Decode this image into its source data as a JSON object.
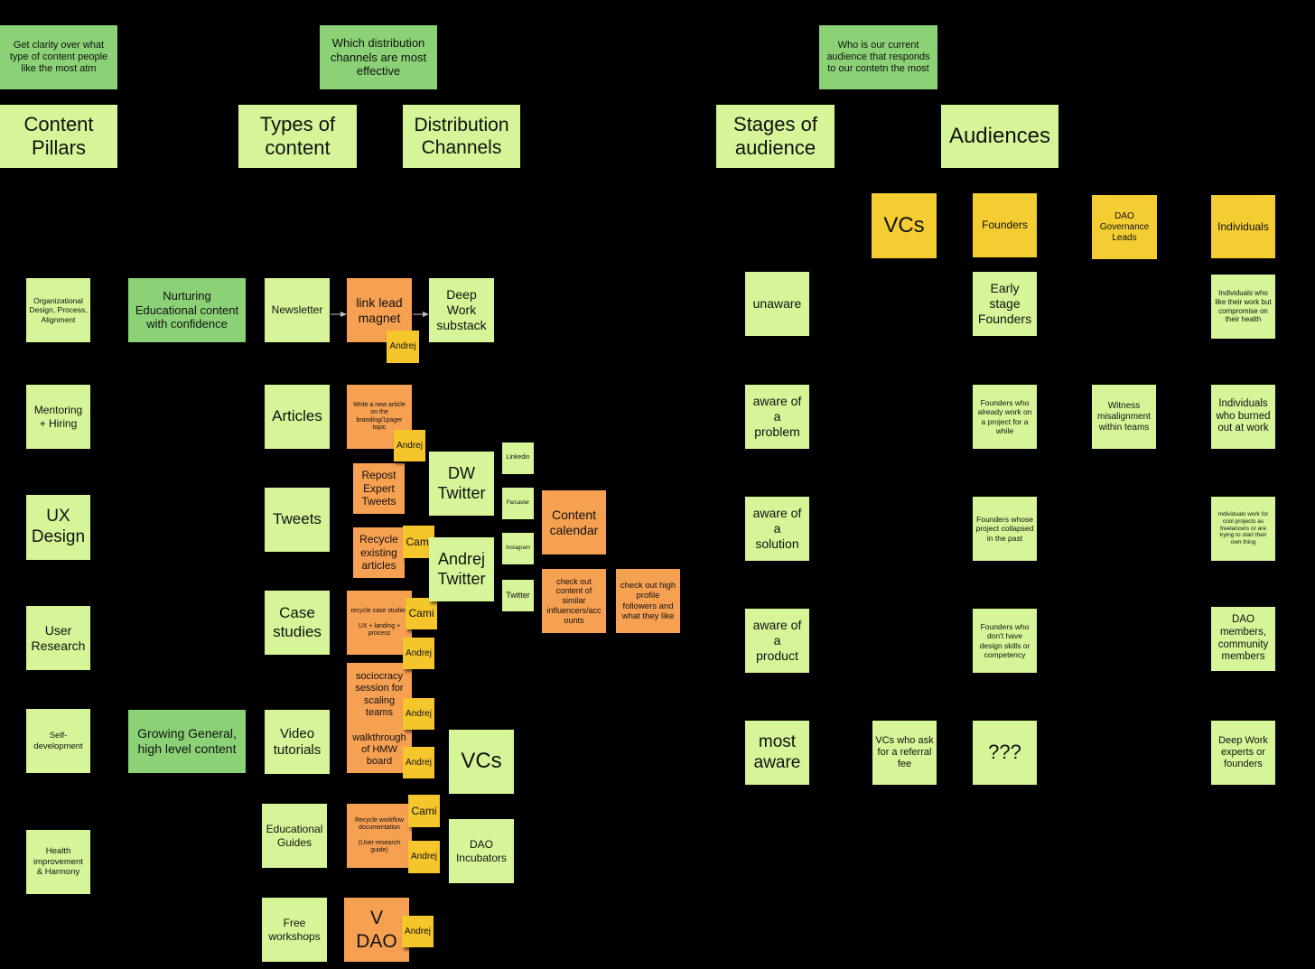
{
  "colors": {
    "background": "#000000",
    "lime": "#d6f598",
    "green": "#8bd176",
    "orange": "#f6a052",
    "yellow": "#f3cd32"
  },
  "goals": {
    "content_type": "Get clarity over what type of content people like the most atm",
    "distribution": "Which distribution channels are most effective",
    "audience": "Who is our current audience that responds to our contetn the most"
  },
  "headers": {
    "content_pillars": "Content\nPillars",
    "types_of_content": "Types of\ncontent",
    "distribution_channels": "Distribution\nChannels",
    "stages_of_audience": "Stages of\naudience",
    "audiences": "Audiences"
  },
  "pillars": [
    "Organizational Design, Process, Alignment",
    "Mentoring\n+ Hiring",
    "UX\nDesign",
    "User\nResearch",
    "Self-\ndevelopment",
    "Health improvement\n& Harmony"
  ],
  "themes": {
    "nurturing": "Nurturing Educational content with confidence",
    "growing": "Growing General, high level content"
  },
  "content_types": [
    "Newsletter",
    "Articles",
    "Tweets",
    "Case\nstudies",
    "Video\ntutorials",
    "Educational\nGuides",
    "Free\nworkshops"
  ],
  "ideas": {
    "link_lead_magnet": "link lead\nmagnet",
    "write_article": "Write a new article on the branding/1pager topic",
    "repost_tweets": "Repost\nExpert\nTweets",
    "recycle_articles": "Recycle\nexisting\narticles",
    "recycle_case_studies": "recycle case studies\n\nUX + landing + process",
    "sociocracy": "sociocracy session for scaling teams",
    "walkthrough": "walkthrough of HMW board",
    "recycle_workflow": "Recycle workflow documentation\n\n(User research guide)",
    "v_dao": "V\nDAO",
    "content_calendar": "Content\ncalendar",
    "check_similar": "check out content of similar influencers/accounts",
    "check_high_profile": "check out high profile followers and what they like"
  },
  "owners": {
    "andrej": "Andrej",
    "cami": "Cami"
  },
  "channels": {
    "deep_work_substack": "Deep\nWork\nsubstack",
    "dw_twitter": "DW\nTwitter",
    "andrej_twitter": "Andrej\nTwitter",
    "linkedin": "Linkedin",
    "farcaster": "Farcaster",
    "instagram": "Instagram",
    "twitter": "Twitter",
    "vcs": "VCs",
    "dao_incubators": "DAO\nIncubators"
  },
  "stages": [
    "unaware",
    "aware of\na\nproblem",
    "aware of\na\nsolution",
    "aware of\na\nproduct",
    "most\naware"
  ],
  "audience_groups": {
    "vcs": "VCs",
    "founders": "Founders",
    "dao_leads": "DAO Governance Leads",
    "individuals": "Individuals"
  },
  "audience_cells": {
    "vcs_most_aware": "VCs who ask for a referral fee",
    "founders_unaware": "Early\nstage\nFounders",
    "founders_problem": "Founders who already work on a project for a while",
    "founders_solution": "Founders whose project collapsed in the past",
    "founders_product": "Founders who don't have design skills or competency",
    "founders_most_aware": "???",
    "dao_problem": "Witness misalignment within teams",
    "ind_unaware": "Individuals who like their work but compromise on their health",
    "ind_problem": "Individuals who burned out at work",
    "ind_solution": "Individuals work for cool projects as freelancers or are trying to start their own thing",
    "ind_product": "DAO members, community members",
    "ind_most_aware": "Deep Work experts or founders"
  }
}
